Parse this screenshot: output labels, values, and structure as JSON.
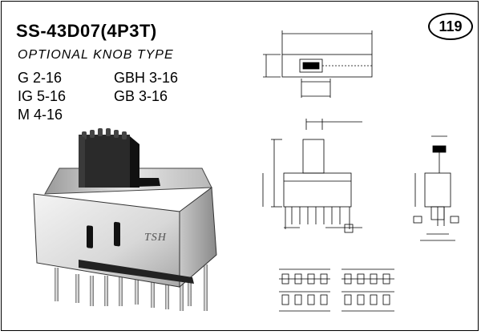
{
  "header": {
    "title": "SS-43D07(4P3T)",
    "subtitle": "OPTIONAL KNOB TYPE",
    "page_number": "119"
  },
  "variants": [
    {
      "label": "G 2-16"
    },
    {
      "label": "GBH 3-16"
    },
    {
      "label": "IG 5-16"
    },
    {
      "label": "GB  3-16"
    },
    {
      "label": "M  4-16"
    }
  ],
  "product": {
    "brand_mark": "TSH"
  }
}
